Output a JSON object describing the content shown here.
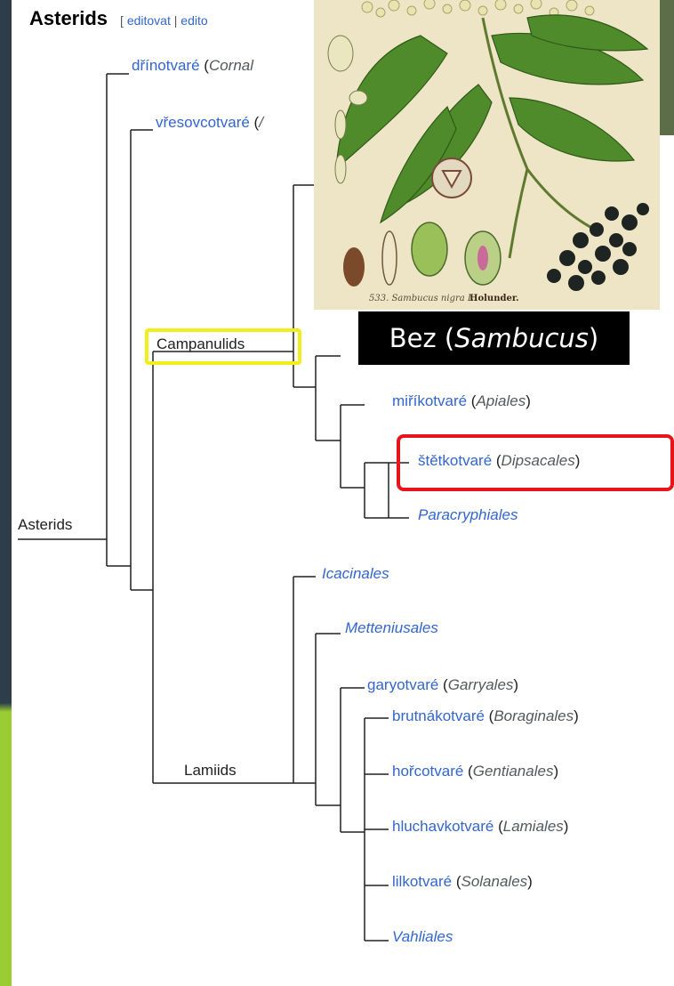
{
  "header": {
    "title": "Asterids",
    "edit_links_prefix": "[ ",
    "edit_link_1": "editovat",
    "edit_sep": " | ",
    "edit_link_2": "edito"
  },
  "tree": {
    "root": "Asterids",
    "campanulids": "Campanulids",
    "lamiids": "Lamiids",
    "leaves": [
      {
        "name": "dřínotvaré",
        "latin": "Cornal"
      },
      {
        "name": "vřesovcotvaré",
        "latin": "/"
      },
      {
        "name": "miříkotvaré",
        "latin": "Apiales"
      },
      {
        "name": "štětkotvaré",
        "latin": "Dipsacales"
      },
      {
        "name": "",
        "latin": "Paracryphiales"
      },
      {
        "name": "",
        "latin": "Icacinales"
      },
      {
        "name": "",
        "latin": "Metteniusales"
      },
      {
        "name": "garyotvaré",
        "latin": "Garryales"
      },
      {
        "name": "brutnákotvaré",
        "latin": "Boraginales"
      },
      {
        "name": "hořcotvaré",
        "latin": "Gentianales"
      },
      {
        "name": "hluchavkotvaré",
        "latin": "Lamiales"
      },
      {
        "name": "lilkotvaré",
        "latin": "Solanales"
      },
      {
        "name": "",
        "latin": "Vahliales"
      }
    ]
  },
  "photo": {
    "caption_prefix": "Bez (",
    "caption_latin": "Sambucus",
    "caption_suffix": ")",
    "plate_text": "533. Sambucus nigra L.",
    "plate_text_2": "Holunder."
  },
  "colors": {
    "link": "#3366cc",
    "highlight_yellow": "#f2ee1c",
    "highlight_red": "#e8141c",
    "sidebar": "#2d3e4a",
    "accent": "#9acd32"
  }
}
